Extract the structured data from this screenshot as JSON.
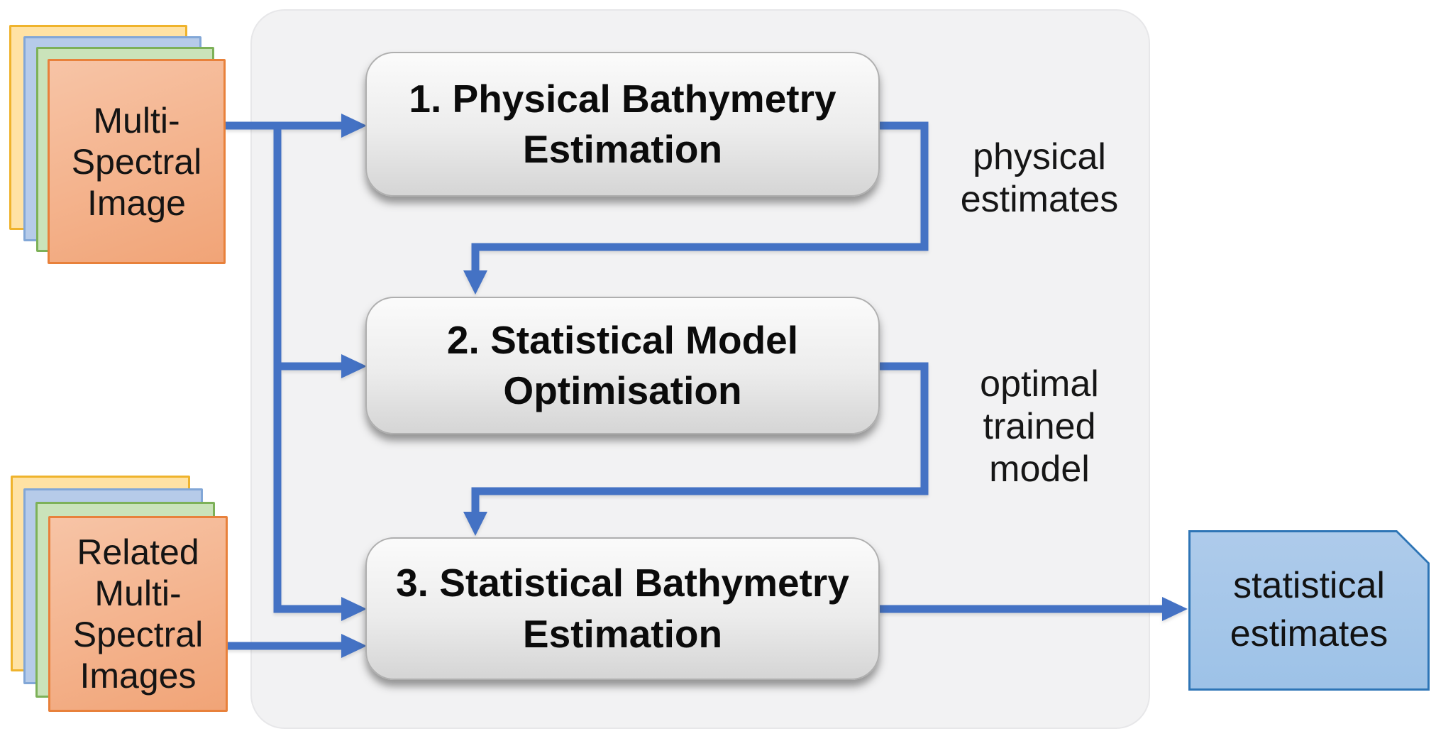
{
  "figure": {
    "inputs": {
      "multispectral_image": "Multi-\nSpectral\nImage",
      "related_multispectral_images": "Related\nMulti-\nSpectral\nImages"
    },
    "steps": [
      "1. Physical Bathymetry\nEstimation",
      "2. Statistical Model\nOptimisation",
      "3. Statistical Bathymetry\nEstimation"
    ],
    "edge_labels": {
      "physical_estimates": "physical\nestimates",
      "optimal_trained_model": "optimal\ntrained\nmodel"
    },
    "output": {
      "statistical_estimates": "statistical\nestimates"
    }
  },
  "theme": {
    "connector_blue": "#4472C4",
    "panel_bg": "#F2F2F3",
    "step_border": "#AFAFAF",
    "step_fill_top": "#FBFBFB",
    "step_fill_bottom": "#D5D5D5",
    "card_yellow_fill": "#FFE2A4",
    "card_yellow_border": "#EFB32C",
    "card_blue_fill": "#B6CBE9",
    "card_blue_border": "#82A7D7",
    "card_green_fill": "#CAE3BA",
    "card_green_border": "#7DB158",
    "card_orange_fill": "#F7C4A6",
    "card_orange_fill2": "#F1A477",
    "card_orange_border": "#E8813B",
    "note_fill": "#AECBEB",
    "note_fill2": "#9DC2E7",
    "note_border": "#2E75B6"
  }
}
